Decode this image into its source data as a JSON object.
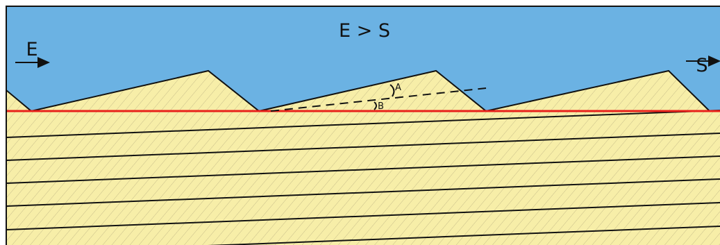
{
  "diagram": {
    "title": "E > S",
    "left_label": "E",
    "right_label": "S",
    "angle_a_label": "A",
    "angle_b_label": "B"
  },
  "colors": {
    "water": "#6BB2E3",
    "sand": "#F7EEA8",
    "hatch": "#C8BE8A",
    "line": "#111111",
    "datum": "#E8201A"
  }
}
